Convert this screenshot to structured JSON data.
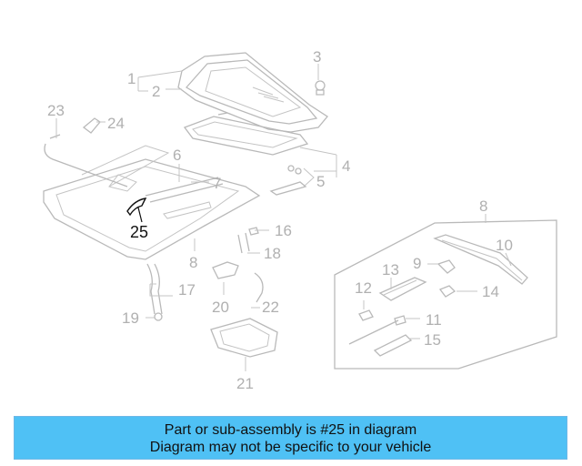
{
  "callouts": {
    "c1": "1",
    "c2": "2",
    "c3": "3",
    "c4": "4",
    "c5": "5",
    "c6": "6",
    "c7": "7",
    "c8a": "8",
    "c8b": "8",
    "c9": "9",
    "c10": "10",
    "c11": "11",
    "c12": "12",
    "c13": "13",
    "c14": "14",
    "c15": "15",
    "c16": "16",
    "c17": "17",
    "c18": "18",
    "c19": "19",
    "c20": "20",
    "c21": "21",
    "c22": "22",
    "c23": "23",
    "c24": "24",
    "c25": "25"
  },
  "banner": {
    "line1": "Part or sub-assembly is #25 in diagram",
    "line2": "Diagram may not be specific to your vehicle",
    "background": "#4fc1f5"
  },
  "colors": {
    "linework": "#b9b9b9",
    "highlight": "#111111"
  }
}
